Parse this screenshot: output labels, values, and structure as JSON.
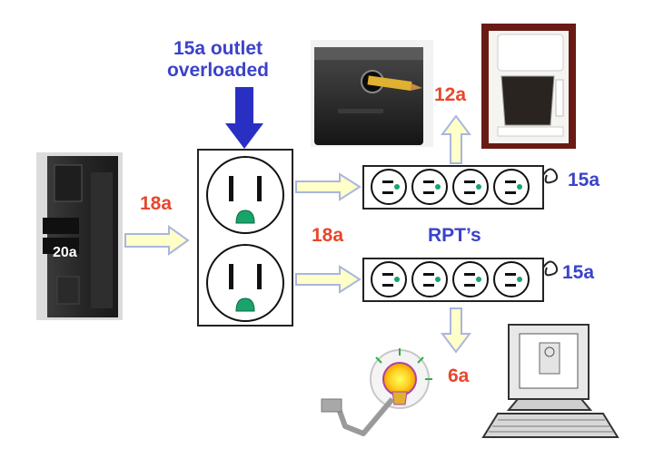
{
  "labels": {
    "overload_line1": "15a outlet",
    "overload_line2": "overloaded",
    "breaker_rating": "20a",
    "feed_current": "18a",
    "strip_current": "18a",
    "coffee_current": "12a",
    "lamp_current": "6a",
    "rpt_caption": "RPT’s",
    "upper_strip_rating": "15a",
    "lower_strip_rating": "15a"
  },
  "colors": {
    "current_red": "#e8462c",
    "label_blue": "#3b43c8",
    "flow_arrow_fill": "#ffffc8",
    "flow_arrow_stroke": "#a9b6e0",
    "overload_arrow": "#2a2fc4",
    "plug_green": "#18a46a"
  },
  "icons": {
    "breaker": "circuit-breaker-icon",
    "wall_outlet": "duplex-outlet-icon",
    "pencil_sharpener": "pencil-sharpener-icon",
    "coffee_maker": "coffee-maker-icon",
    "lamp": "desk-lamp-icon",
    "computer": "computer-icon",
    "power_strip": "power-strip-icon"
  }
}
